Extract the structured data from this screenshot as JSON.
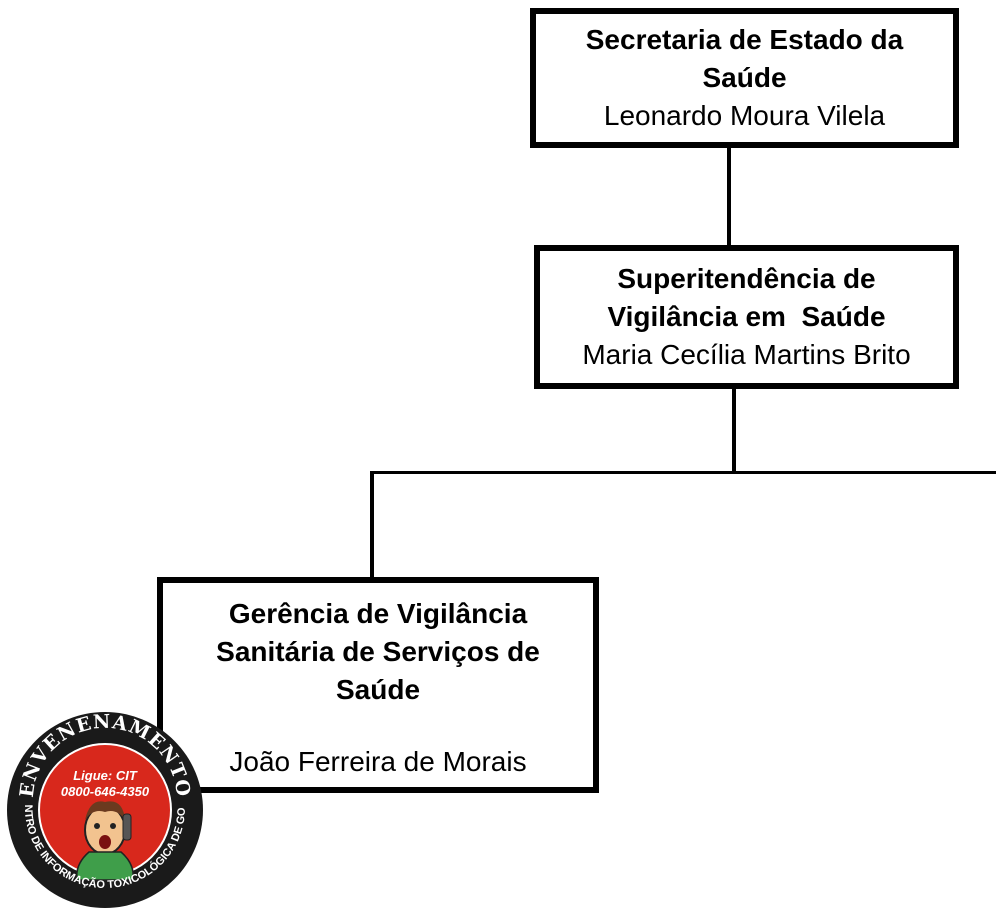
{
  "org_chart": {
    "secretaria": {
      "title_lines": [
        "Secretaria de Estado da",
        "Saúde"
      ],
      "person": "Leonardo Moura Vilela"
    },
    "superintendencia": {
      "title_lines": [
        "Superitendência de",
        "Vigilância em  Saúde"
      ],
      "person": "Maria Cecília Martins Brito"
    },
    "gerencia": {
      "title_lines": [
        "Gerência de Vigilância",
        "Sanitária de Serviços de",
        "Saúde"
      ],
      "person": "João Ferreira de Morais"
    }
  },
  "logo": {
    "top_text": "ENVENENAMENTO",
    "call_text": "Ligue: CIT",
    "phone": "0800-646-4350",
    "ring_text": "CENTRO DE INFORMAÇÃO TOXICOLÓGICA DE GOIÁS",
    "colors": {
      "outer_ring": "#1a1a1a",
      "inner": "#d8281c",
      "top_text": "#ffffff",
      "phone_text": "#ffffff",
      "ring_text": "#ffffff"
    }
  }
}
